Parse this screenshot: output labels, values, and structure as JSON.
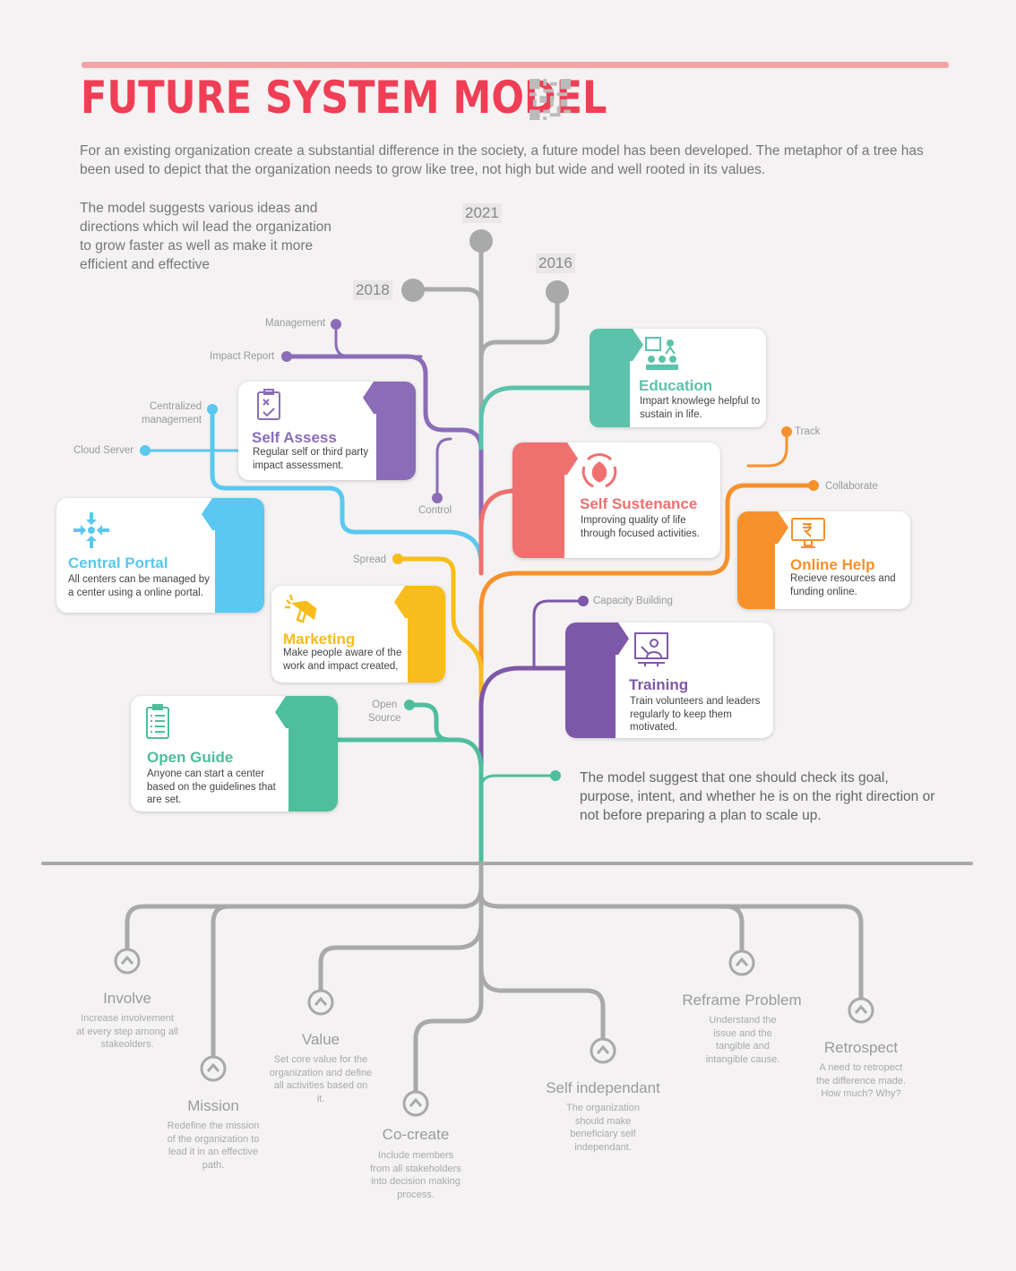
{
  "header": {
    "title": "FUTURE SYSTEM MODEL",
    "intro": "For an existing organization create a substantial difference in the society, a future model has been developed. The metaphor of a tree has been used to depict that the organization needs to grow like tree, not high but wide and well rooted in its values.",
    "model_note": "The model suggests various ideas and directions which wil lead the organization to grow faster as well as make it more efficient and effective"
  },
  "years": {
    "y2021": "2021",
    "y2016": "2016",
    "y2018": "2018"
  },
  "labels": {
    "management": "Management",
    "impact_report": "Impact Report",
    "centralized1": "Centralized",
    "centralized2": "management",
    "cloud_server": "Cloud Server",
    "control": "Control",
    "spread": "Spread",
    "open1": "Open",
    "open2": "Source",
    "track": "Track",
    "collaborate": "Collaborate",
    "capacity": "Capacity Building"
  },
  "cards": {
    "education": {
      "title": "Education",
      "desc": "Impart knowlege helpful to sustain in life."
    },
    "self_assess": {
      "title": "Self Assess",
      "desc": "Regular self or third party impact assessment."
    },
    "self_sustenance": {
      "title": "Self Sustenance",
      "desc": "Improving quality of life through focused activities."
    },
    "central_portal": {
      "title": "Central Portal",
      "desc": "All centers can be managed by a center using a online portal."
    },
    "online_help": {
      "title": "Online Help",
      "desc": "Recieve resources and funding online."
    },
    "marketing": {
      "title": "Marketing",
      "desc": "Make people aware of the work and impact created,"
    },
    "training": {
      "title": "Training",
      "desc": "Train volunteers and leaders regularly to keep them motivated."
    },
    "open_guide": {
      "title": "Open Guide",
      "desc": "Anyone can start a center based on the guidelines that are set."
    }
  },
  "goal_note": "The model suggest that one  should check its goal, purpose, intent, and whether he is on the right direction or not before preparing a plan to scale up.",
  "roots": {
    "involve": {
      "title": "Involve",
      "desc": "Increase involvement at every step among all stakeolders."
    },
    "mission": {
      "title": "Mission",
      "desc": "Redefine the mission of the organization to lead it in an effective path."
    },
    "value": {
      "title": "Value",
      "desc": "Set core value for the organization and define all activities based on it."
    },
    "cocreate": {
      "title": "Co-create",
      "desc": "Include members from all stakeholders into decision making process."
    },
    "self_ind": {
      "title": "Self independant",
      "desc": "The organization should make beneficiary self independant."
    },
    "reframe": {
      "title": "Reframe Problem",
      "desc": "Understand the issue and the tangible and intangible cause."
    },
    "retrospect": {
      "title": "Retrospect",
      "desc": "A need to retropect the difference made. How much? Why?"
    }
  },
  "colors": {
    "title": "#ef3e55",
    "teal": "#5cc2ac",
    "purple": "#8b6cb7",
    "coral": "#f07070",
    "blue": "#5ac8f0",
    "orange": "#f6912c",
    "yellow": "#f8bc1c",
    "violet": "#7e58a8",
    "green": "#4fbe9d",
    "gray": "#a9a9a9"
  }
}
